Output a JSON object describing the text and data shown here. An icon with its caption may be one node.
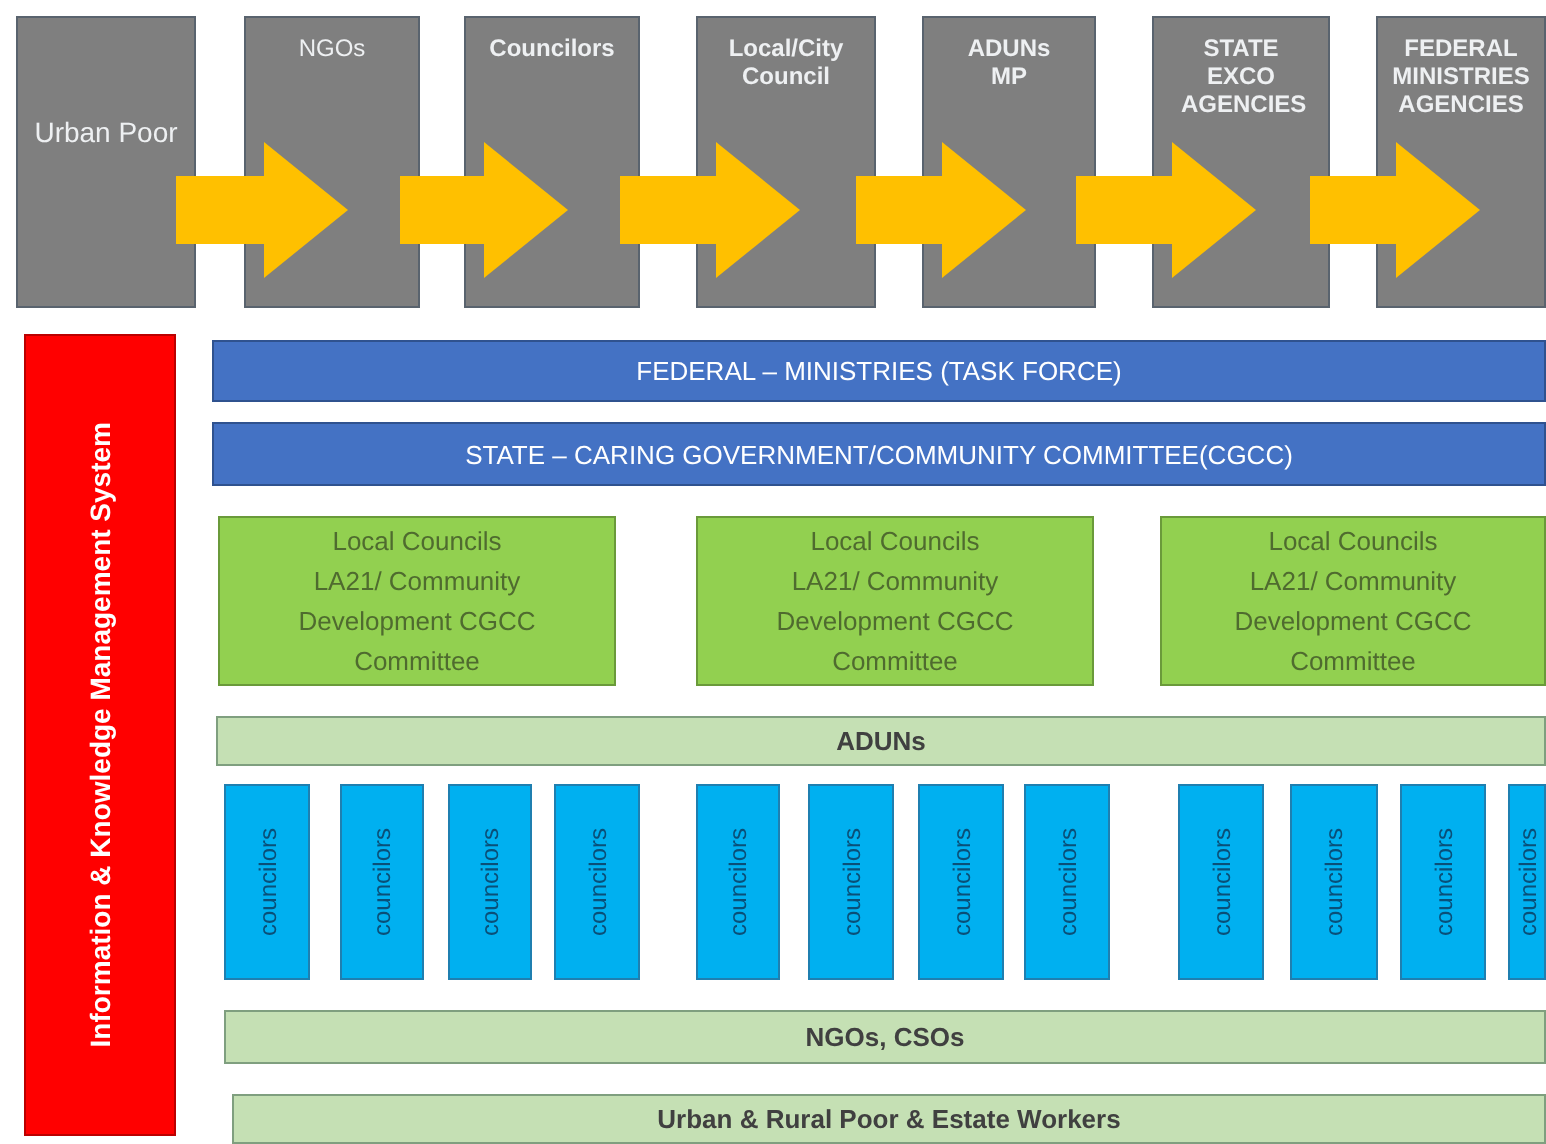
{
  "diagram": {
    "nodes": [
      {
        "text": [
          "Urban Poor"
        ]
      },
      {
        "text": [
          "NGOs"
        ]
      },
      {
        "text": [
          "Councilors"
        ]
      },
      {
        "text": [
          "Local/City Council"
        ]
      },
      {
        "text": [
          "ADUNs MP"
        ]
      },
      {
        "text": [
          "STATE EXCO AGENCIES"
        ]
      },
      {
        "text": [
          "FEDERAL MINISTRIES AGENCIES"
        ]
      },
      {
        "text": [
          "Information & Knowledge Management System"
        ]
      },
      {
        "text": [
          "FEDERAL – MINISTRIES (TASK FORCE)"
        ]
      },
      {
        "text": [
          "STATE – CARING GOVERNMENT/COMMUNITY  COMMITTEE(CGCC)"
        ]
      },
      {
        "text": [
          "Local Councils LA21/ Community Development CGCC Committee"
        ]
      },
      {
        "text": [
          "Local Councils LA21/ Community Development CGCC Committee"
        ]
      },
      {
        "text": [
          "Local Councils LA21/ Community Development CGCC Committee"
        ]
      },
      {
        "text": [
          "ADUNs"
        ]
      },
      {
        "text": [
          "councilors"
        ]
      },
      {
        "text": [
          "councilors"
        ]
      },
      {
        "text": [
          "councilors"
        ]
      },
      {
        "text": [
          "councilors"
        ]
      },
      {
        "text": [
          "councilors"
        ]
      },
      {
        "text": [
          "councilors"
        ]
      },
      {
        "text": [
          "councilors"
        ]
      },
      {
        "text": [
          "councilors"
        ]
      },
      {
        "text": [
          "councilors"
        ]
      },
      {
        "text": [
          "councilors"
        ]
      },
      {
        "text": [
          "councilors"
        ]
      },
      {
        "text": [
          "councilors"
        ]
      },
      {
        "text": [
          "NGOs, CSOs"
        ]
      },
      {
        "text": [
          "Urban & Rural Poor & Estate Workers"
        ]
      }
    ],
    "edges": [
      {
        "from": 0,
        "to": 1,
        "arrow": "to"
      },
      {
        "from": 1,
        "to": 2,
        "arrow": "to"
      },
      {
        "from": 2,
        "to": 3,
        "arrow": "to"
      },
      {
        "from": 3,
        "to": 4,
        "arrow": "to"
      },
      {
        "from": 4,
        "to": 5,
        "arrow": "to"
      },
      {
        "from": 5,
        "to": 6,
        "arrow": "to"
      }
    ]
  }
}
